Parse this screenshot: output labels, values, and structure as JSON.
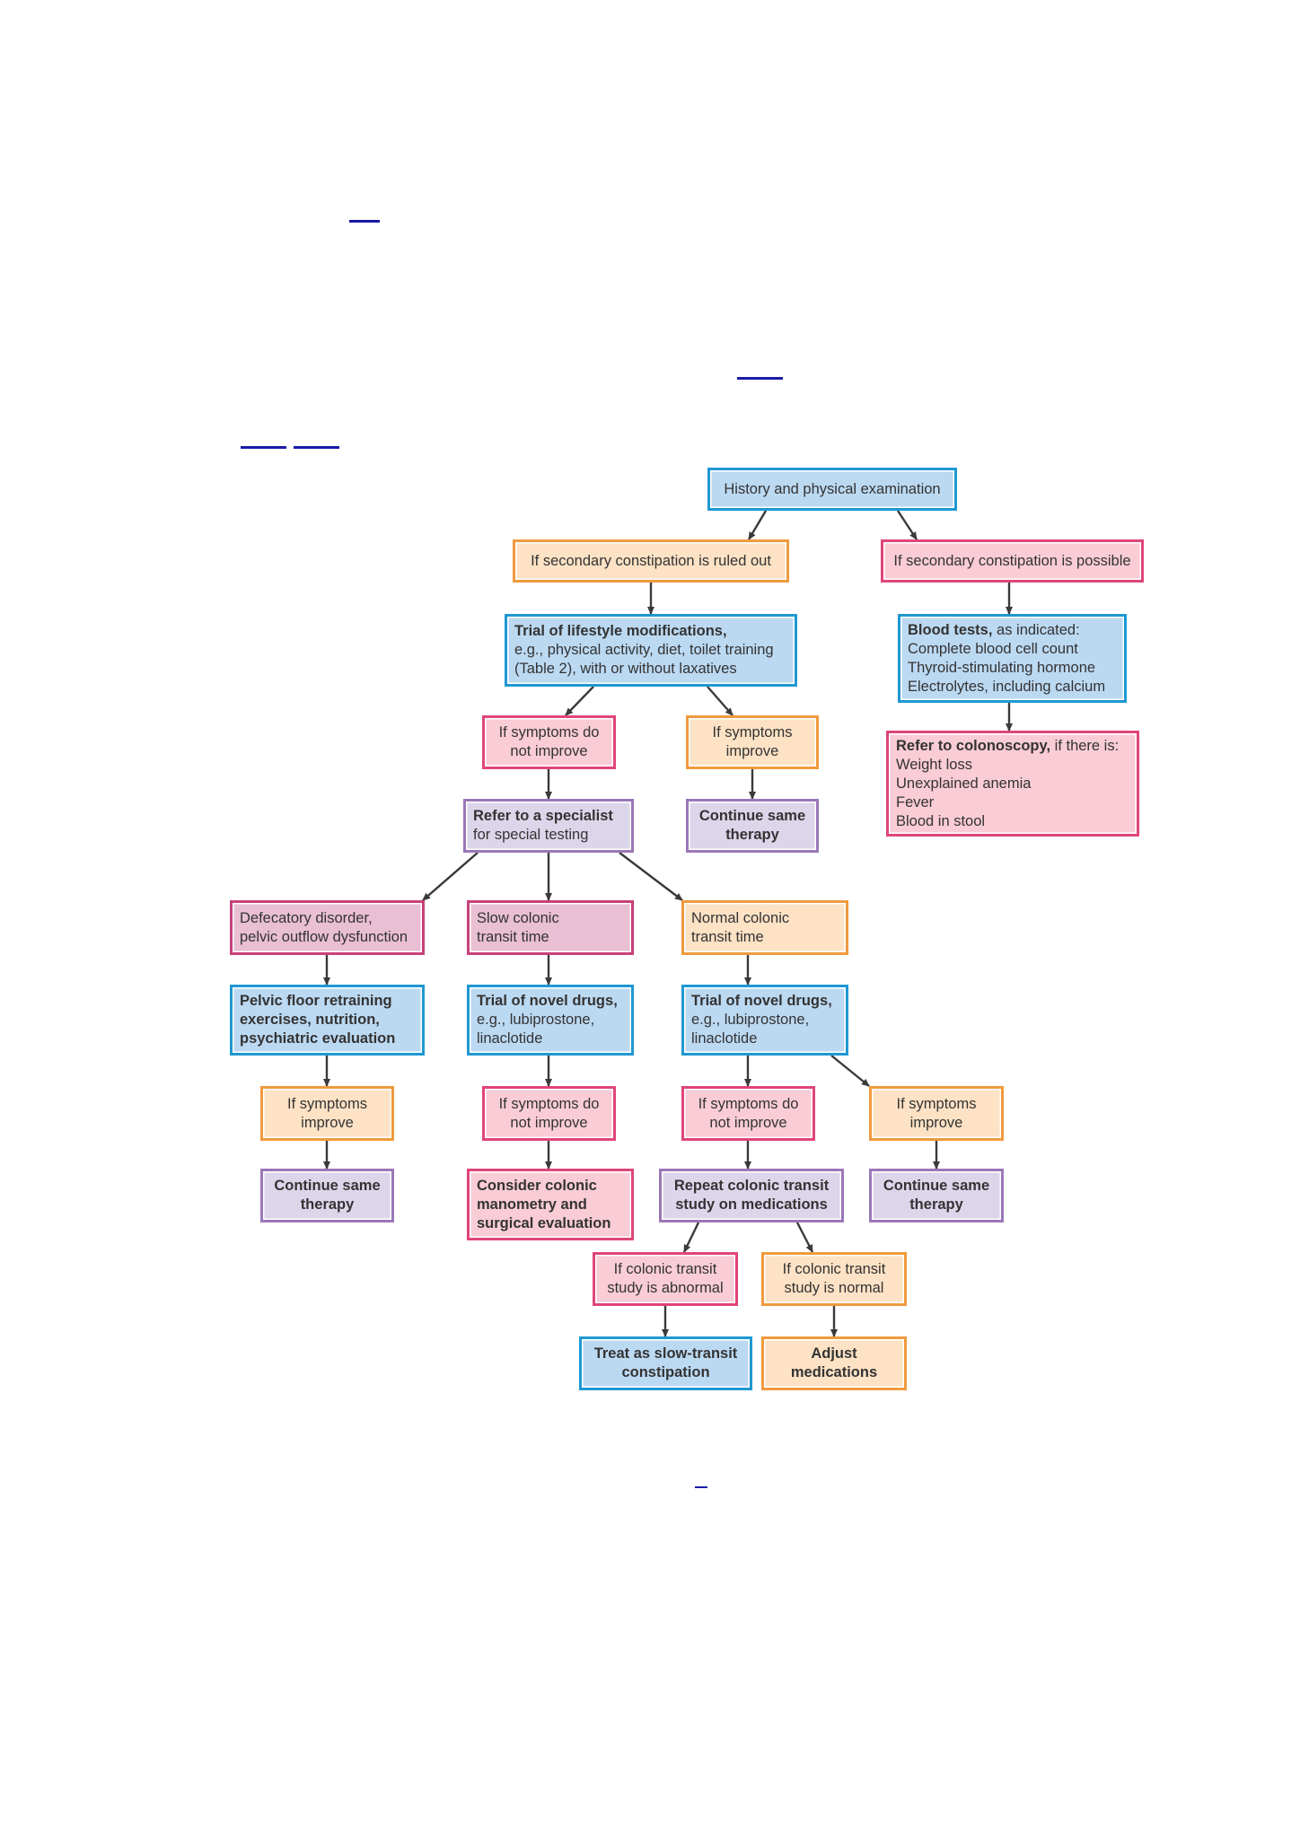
{
  "colors": {
    "blue_fill": "#bcd9f2",
    "blue_border": "#1f98d3",
    "orange_fill": "#fde2c5",
    "orange_border": "#f09a3e",
    "pink_fill": "#f9ccd6",
    "pink_border": "#e0457a",
    "purple_fill": "#ddd5ea",
    "purple_border": "#9b77b8",
    "mauve_fill": "#e9bfd3",
    "mauve_border": "#c8407a",
    "arrow": "#3a3a3a",
    "link": "#1a1aa6"
  },
  "flowchart": {
    "history": {
      "lines": [
        "History and physical examination"
      ]
    },
    "secondary_ruled_out": {
      "lines": [
        "If secondary constipation is ruled out"
      ]
    },
    "secondary_possible": {
      "lines": [
        "If secondary constipation is possible"
      ]
    },
    "lifestyle_trial": {
      "heading": "Trial of lifestyle modifications,",
      "lines": [
        "e.g., physical activity, diet, toilet training",
        "(Table 2), with or without laxatives"
      ]
    },
    "blood_tests": {
      "heading": "Blood tests,",
      "heading_rest": " as indicated:",
      "lines": [
        "Complete blood cell count",
        "Thyroid-stimulating hormone",
        "Electrolytes, including calcium"
      ]
    },
    "no_improve_1": {
      "lines": [
        "If symptoms do",
        "not improve"
      ]
    },
    "improve_1": {
      "lines": [
        "If symptoms",
        "improve"
      ]
    },
    "colonoscopy": {
      "heading": "Refer to colonoscopy,",
      "heading_rest": " if there is:",
      "lines": [
        "Weight loss",
        "Unexplained anemia",
        "Fever",
        "Blood in stool"
      ]
    },
    "specialist": {
      "heading": "Refer to a specialist",
      "lines": [
        "for special testing"
      ]
    },
    "continue_1": {
      "lines": [
        "Continue same",
        "therapy"
      ]
    },
    "defecatory": {
      "lines": [
        "Defecatory disorder,",
        "pelvic outflow dysfunction"
      ]
    },
    "slow_transit": {
      "lines": [
        "Slow colonic",
        "transit time"
      ]
    },
    "normal_transit": {
      "lines": [
        "Normal colonic",
        "transit time"
      ]
    },
    "pelvic_floor": {
      "lines": [
        "Pelvic floor retraining",
        "exercises, nutrition,",
        "psychiatric evaluation"
      ]
    },
    "novel_drugs_1": {
      "heading": "Trial of novel drugs,",
      "lines": [
        "e.g., lubiprostone,",
        "linaclotide"
      ]
    },
    "novel_drugs_2": {
      "heading": "Trial of novel drugs,",
      "lines": [
        "e.g., lubiprostone,",
        "linaclotide"
      ]
    },
    "improve_2": {
      "lines": [
        "If symptoms",
        "improve"
      ]
    },
    "no_improve_2": {
      "lines": [
        "If symptoms do",
        "not improve"
      ]
    },
    "no_improve_3": {
      "lines": [
        "If symptoms do",
        "not improve"
      ]
    },
    "improve_3": {
      "lines": [
        "If symptoms",
        "improve"
      ]
    },
    "continue_2": {
      "lines": [
        "Continue same",
        "therapy"
      ]
    },
    "consider_manometry": {
      "lines": [
        "Consider colonic",
        "manometry and",
        "surgical evaluation"
      ]
    },
    "repeat_transit": {
      "lines": [
        "Repeat colonic transit",
        "study on medications"
      ]
    },
    "continue_3": {
      "lines": [
        "Continue same",
        "therapy"
      ]
    },
    "transit_abnormal": {
      "lines": [
        "If colonic transit",
        "study is abnormal"
      ]
    },
    "transit_normal": {
      "lines": [
        "If colonic transit",
        "study is normal"
      ]
    },
    "treat_slow": {
      "lines": [
        "Treat as slow-transit",
        "constipation"
      ]
    },
    "adjust_meds": {
      "lines": [
        "Adjust",
        "medications"
      ]
    }
  }
}
